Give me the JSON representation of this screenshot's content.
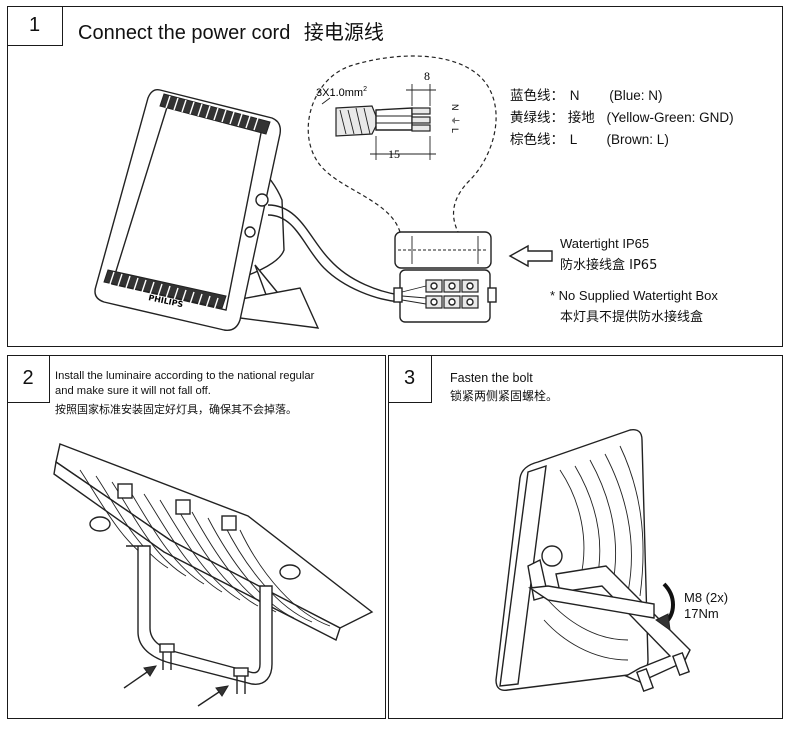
{
  "step1": {
    "number": "1",
    "title": "Connect the power cord",
    "title_cn": "接电源线",
    "wire_spec": "3X1.0mm",
    "wire_spec_sup": "2",
    "dim_strip": "8",
    "dim_sheath": "15",
    "wire_marks": [
      "N",
      "⏚",
      "L"
    ],
    "brand": "PHILIPS",
    "legend": [
      {
        "cn": "蓝色线：",
        "code": "N",
        "en": "(Blue:  N)"
      },
      {
        "cn": "黄绿线：",
        "code": "接地",
        "en": "(Yellow-Green: GND)"
      },
      {
        "cn": "棕色线：",
        "code": "L",
        "en": "(Brown: L)"
      }
    ],
    "box_label_en": "Watertight IP65",
    "box_label_cn": "防水接线盒 IP65",
    "note_en": "* No Supplied Watertight Box",
    "note_cn": "本灯具不提供防水接线盒"
  },
  "step2": {
    "number": "2",
    "line1": "Install the luminaire according to the national regular",
    "line2": "and make sure it will not fall off.",
    "line3": "按照国家标准安装固定好灯具，确保其不会掉落。"
  },
  "step3": {
    "number": "3",
    "line1": "Fasten the bolt",
    "line2": "锁紧两侧紧固螺栓。",
    "bolt_spec": "M8 (2x)",
    "torque": "17Nm"
  }
}
